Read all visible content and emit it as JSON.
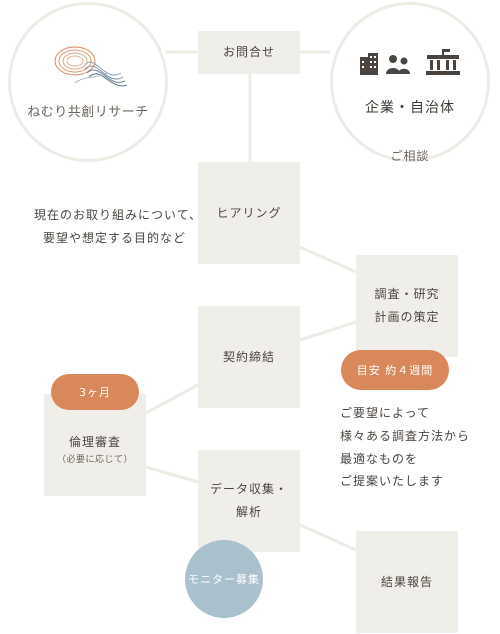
{
  "brand": {
    "name": "ねむり共創リサーチ",
    "logo_icon": "wave-ribbon-logo-icon"
  },
  "client": {
    "title": "企業・自治体",
    "caption": "ご相談",
    "icons": [
      "office-building-icon",
      "people-icon",
      "government-building-icon"
    ]
  },
  "steps": {
    "inquiry": "お問合せ",
    "hearing": "ヒアリング",
    "planning": [
      "調査・研究",
      "計画の策定"
    ],
    "contract": "契約締結",
    "ethics": "倫理審査",
    "ethics_note": "（必要に応じて）",
    "collection": [
      "データ収集・",
      "解析"
    ],
    "report": "結果報告"
  },
  "badges": {
    "duration_3m": "3ヶ月",
    "duration_4w": "目安 約４週間",
    "monitor": "モニター募集"
  },
  "notes": {
    "hearing": [
      "現在のお取り組みについて、",
      "要望や想定する目的など"
    ],
    "planning": [
      "ご要望によって",
      "様々ある調査方法から",
      "最適なものを",
      "ご提案いたします"
    ]
  },
  "colors": {
    "box": "#f0eee9",
    "line": "#eeebe5",
    "accent_orange": "#d8885a",
    "accent_blue": "#a9c0cd",
    "text": "#4a4540"
  }
}
